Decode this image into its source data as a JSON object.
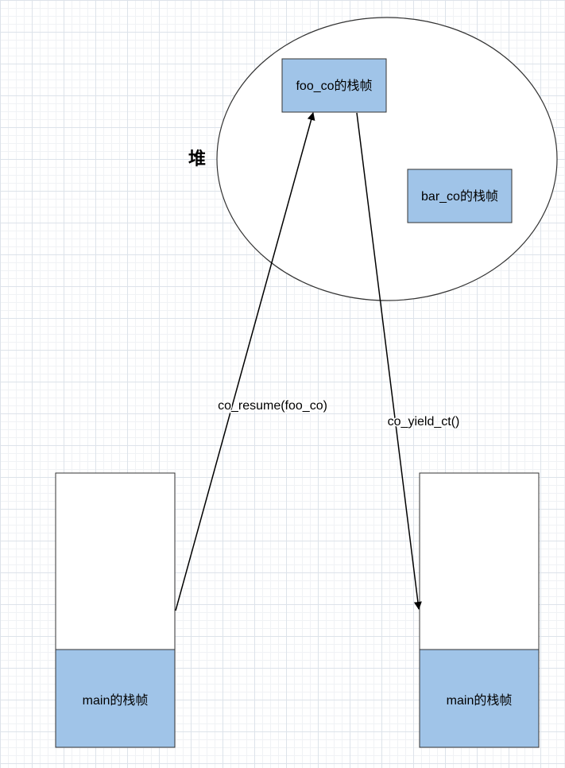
{
  "heap": {
    "label": "堆"
  },
  "nodes": {
    "foo_frame": "foo_co的栈帧",
    "bar_frame": "bar_co的栈帧",
    "main_frame_left": "main的栈帧",
    "main_frame_right": "main的栈帧"
  },
  "edges": {
    "resume": "co_resume(foo_co)",
    "yield": "co_yield_ct()"
  },
  "colors": {
    "frame_fill": "#a0c4e8",
    "stroke": "#333333",
    "arrow": "#000000"
  }
}
